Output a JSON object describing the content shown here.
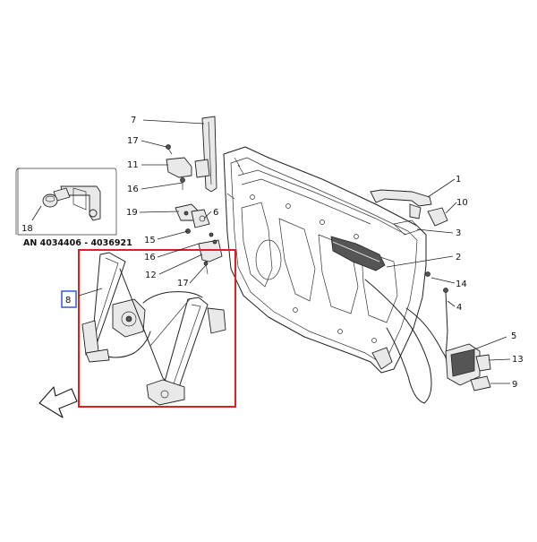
{
  "labels": {
    "l1": "1",
    "l2": "2",
    "l3": "3",
    "l4": "4",
    "l5": "5",
    "l6": "6",
    "l7": "7",
    "l8": "8",
    "l9": "9",
    "l10": "10",
    "l11": "11",
    "l12": "12",
    "l13": "13",
    "l14": "14",
    "l15": "15",
    "l16a": "16",
    "l16b": "16",
    "l17a": "17",
    "l17b": "17",
    "l18": "18",
    "l19": "19"
  },
  "callout": {
    "serial_range": "AN 4034406 - 4036921"
  },
  "colors": {
    "highlight_box": "#e02020",
    "selected_label_box": "#2a5bd7",
    "line": "#222222"
  }
}
